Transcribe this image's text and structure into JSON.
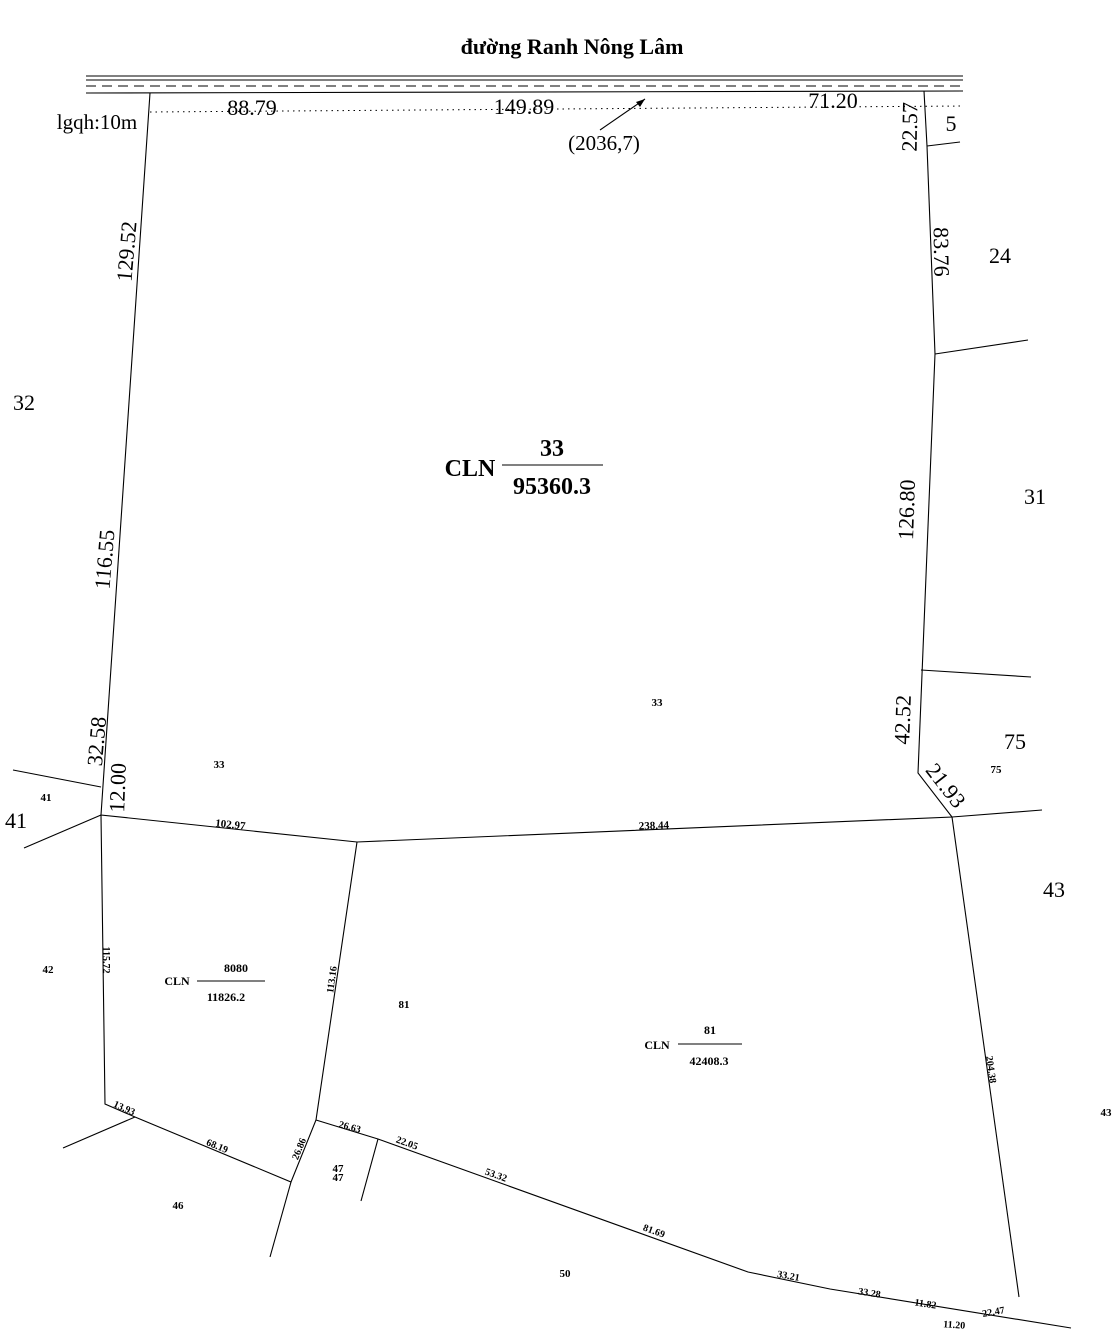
{
  "road": {
    "name": "đường Ranh Nông Lâm",
    "setback": "lgqh:10m",
    "reference": "(2036,7)"
  },
  "main_parcel": {
    "land_type": "CLN",
    "parcel_no": "33",
    "area": "95360.3",
    "inner_label": "33"
  },
  "parcel_80": {
    "land_type": "CLN",
    "parcel_no": "80",
    "area": "11826.2",
    "overlap_label": "80"
  },
  "parcel_81": {
    "land_type": "CLN",
    "parcel_no": "81",
    "area": "42408.3",
    "inner_label": "81"
  },
  "dimensions": {
    "top_1": "88.79",
    "top_2": "149.89",
    "top_3": "71.20",
    "left_1": "129.52",
    "left_2": "116.55",
    "left_3": "32.58",
    "left_4": "12.00",
    "right_1": "22.57",
    "right_2": "83.76",
    "right_3": "126.80",
    "right_4": "42.52",
    "right_5": "21.93",
    "mid_1": "102.97",
    "mid_2": "238.44",
    "p80_left": "115.72",
    "p80_right": "113.16",
    "p80_bottom_1": "13.93",
    "p80_bottom_2": "68.19",
    "p80_bottom_3": "26.86",
    "p81_right": "204.38",
    "bottom_1": "26.63",
    "bottom_2": "22.05",
    "bottom_3": "53.32",
    "bottom_4": "81.69",
    "bottom_5": "33.21",
    "bottom_6": "33.28",
    "bottom_7": "11.82",
    "bottom_8": "22.47",
    "bottom_9": "11.20"
  },
  "neighbors": {
    "n5": "5",
    "n24": "24",
    "n31": "31",
    "n32": "32",
    "n75_big": "75",
    "n75_small": "75",
    "n41_big": "41",
    "n41_small": "41",
    "n42": "42",
    "n43_big": "43",
    "n43_small": "43",
    "n46": "46",
    "n47_a": "47",
    "n47_b": "47",
    "n50": "50",
    "n33_small": "33"
  }
}
